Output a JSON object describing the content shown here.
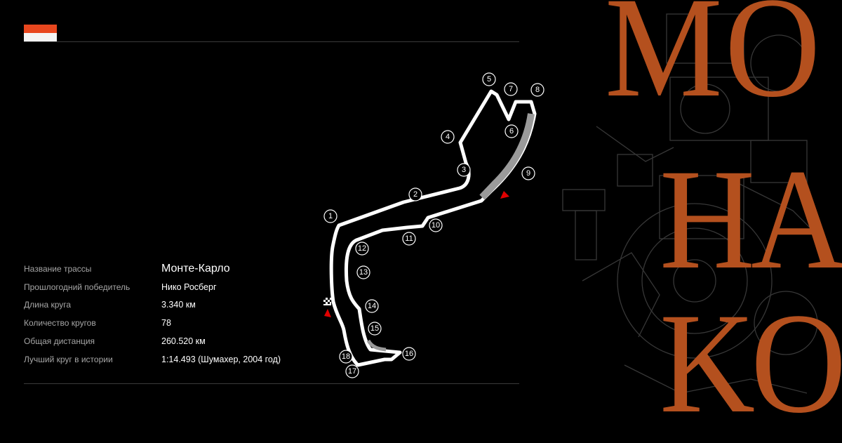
{
  "flag": {
    "colors": {
      "top": "#e8471e",
      "bottom": "#f4f4f4"
    }
  },
  "title_letters": [
    "M",
    "O",
    "H",
    "A",
    "K",
    "O"
  ],
  "accent_color": "#b4501e",
  "info": [
    {
      "label": "Название трассы",
      "value": "Монте-Карло"
    },
    {
      "label": "Прошлогодний победитель",
      "value": "Нико Росберг"
    },
    {
      "label": "Длина круга",
      "value": "3.340 км"
    },
    {
      "label": "Количество кругов",
      "value": "78"
    },
    {
      "label": "Общая дистанция",
      "value": "260.520 км"
    },
    {
      "label": "Лучший круг в истории",
      "value": "1:14.493 (Шумахер, 2004 год)"
    }
  ],
  "turns": [
    "1",
    "2",
    "3",
    "4",
    "5",
    "6",
    "7",
    "8",
    "9",
    "10",
    "11",
    "12",
    "13",
    "14",
    "15",
    "16",
    "17",
    "18"
  ]
}
